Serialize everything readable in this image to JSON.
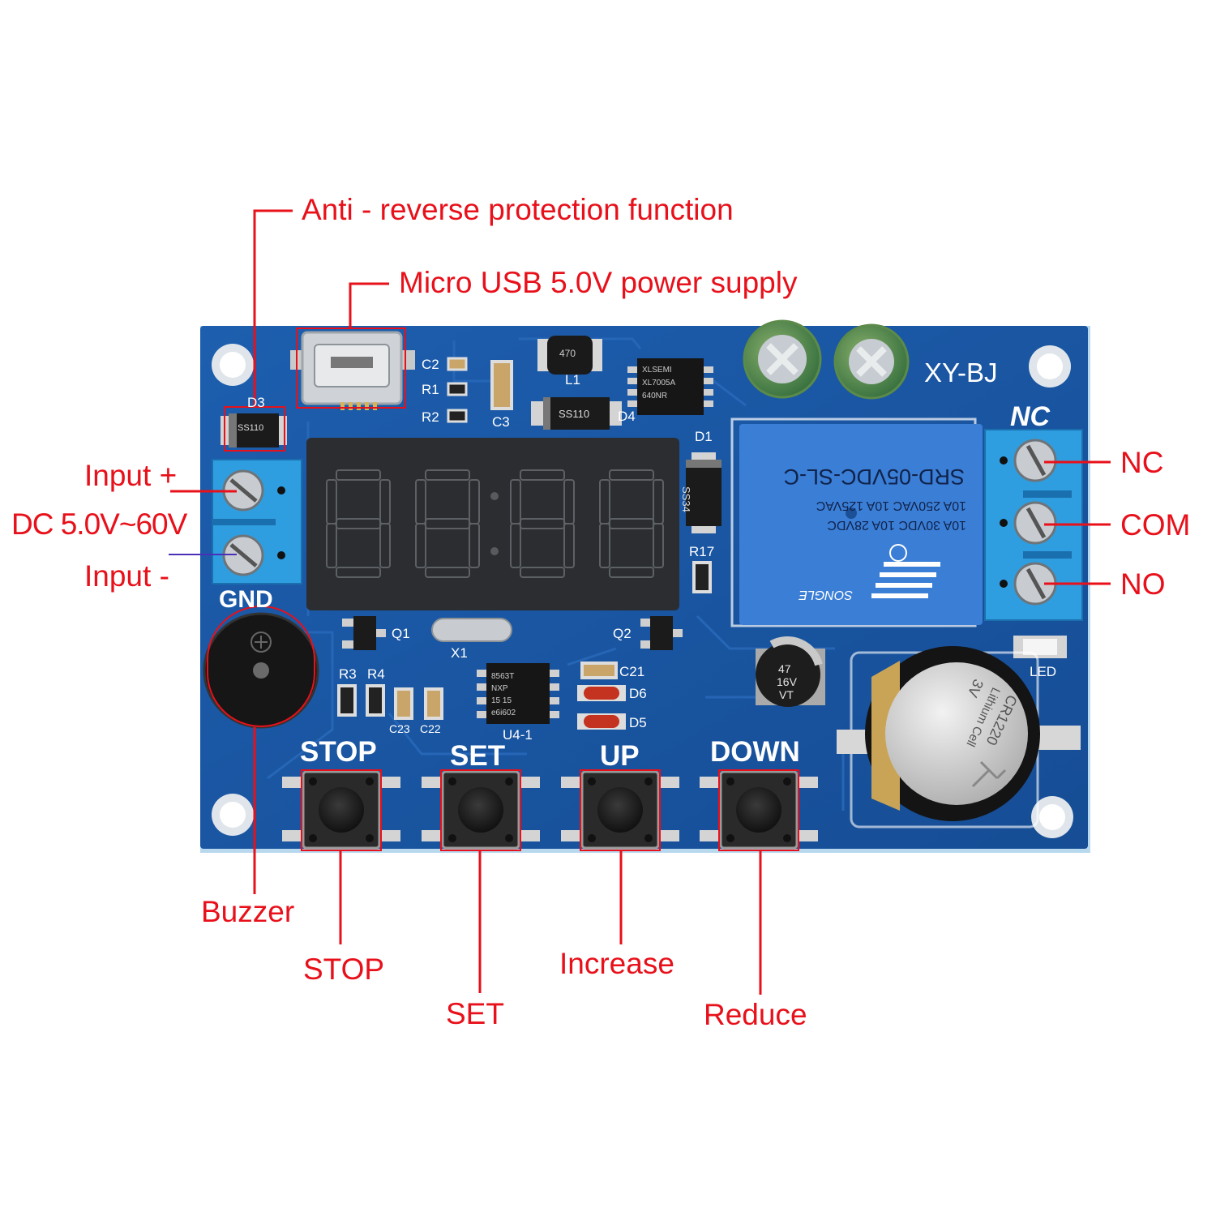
{
  "callouts": {
    "anti_reverse": "Anti - reverse protection function",
    "micro_usb": "Micro USB 5.0V power supply",
    "input_plus": "Input +",
    "dc_range": "DC 5.0V~60V",
    "input_minus": "Input -",
    "nc": "NC",
    "com": "COM",
    "no": "NO",
    "buzzer": "Buzzer",
    "stop": "STOP",
    "set": "SET",
    "increase": "Increase",
    "reduce": "Reduce"
  },
  "board": {
    "model": "XY-BJ",
    "gnd": "GND",
    "nc_label": "NC",
    "led": "LED",
    "buttons": [
      "STOP",
      "SET",
      "UP",
      "DOWN"
    ],
    "silkscreen": {
      "d3": "D3",
      "c2": "C2",
      "r1": "R1",
      "r2": "R2",
      "c3": "C3",
      "l1": "L1",
      "d4": "D4",
      "d1": "D1",
      "r17": "R17",
      "q1": "Q1",
      "q2": "Q2",
      "x1": "X1",
      "r3": "R3",
      "r4": "R4",
      "c23": "C23",
      "c22": "C22",
      "u4": "U4-1",
      "c21": "C21",
      "d6": "D6",
      "d5": "D5"
    },
    "parts": {
      "ss110_a": "SS110",
      "ss110_b": "SS110",
      "ss34": "SS34",
      "inductor": "470",
      "ic_top": [
        "XLSEMI",
        "XL7005A",
        "640NR"
      ],
      "ic_rtc": [
        "8563T",
        "NXP",
        "15 15",
        "e6i602"
      ],
      "cap_47": [
        "47",
        "16V",
        "VT"
      ],
      "relay_model": "SRD-05VDC-SL-C",
      "relay_ratings": [
        "10A 250VAC  10A 125VAC",
        "10A 30VDC  10A 28VDC"
      ],
      "relay_brand": "SONGLE",
      "battery": [
        "CR1220",
        "Lithium Cell",
        "3V"
      ]
    },
    "display_digits": 4
  },
  "colors": {
    "accent": "#e8101a",
    "pcb": "#1e5aa6",
    "terminal": "#2f9ee0",
    "relay": "#3b7ed6",
    "leader_line": "#e8101a",
    "gnd_leader": "#4b2fb8"
  }
}
